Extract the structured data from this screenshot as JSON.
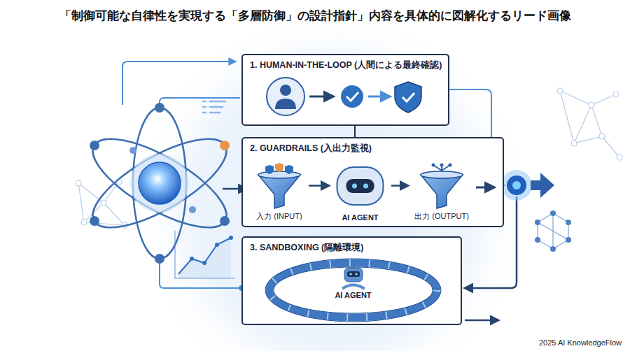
{
  "diagram": {
    "title": "「制御可能な自律性を実現する「多層防御」の設計指針」内容を具体的に図解化するリード画像",
    "nodes": [
      {
        "text": [
          "1. HUMAN-IN-THE-LOOP (人間による最終確認)"
        ]
      },
      {
        "text": [
          "2. GUARDRAILS (入出力監視)"
        ]
      },
      {
        "text": [
          "入力 (INPUT)"
        ],
        "in": 1
      },
      {
        "text": [
          "AI AGENT"
        ],
        "in": 1
      },
      {
        "text": [
          "出力 (OUTPUT)"
        ],
        "in": 1
      },
      {
        "text": [
          "3. SANDBOXING (隔離環境)"
        ]
      },
      {
        "text": [
          "AI AGENT"
        ],
        "in": 5
      }
    ],
    "edges": [
      {
        "from": 2,
        "to": 3,
        "arrow": "to"
      },
      {
        "from": 3,
        "to": 4,
        "arrow": "to"
      }
    ],
    "labels": [
      "2025 AI KnowledgeFlow"
    ]
  }
}
